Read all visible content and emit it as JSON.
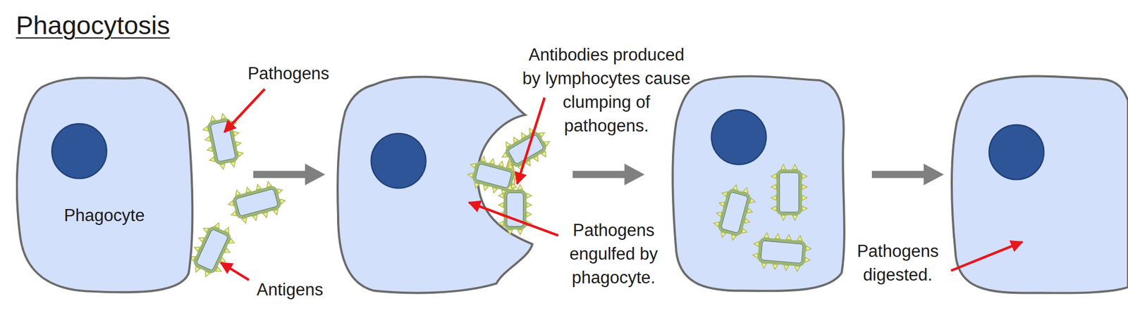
{
  "diagram": {
    "title": "Phagocytosis",
    "nodes": [
      {
        "text": [
          "Phagocyte"
        ]
      }
    ],
    "labels": [
      "Pathogens",
      "Antigens",
      "Antibodies produced by lymphocytes cause clumping of pathogens.",
      "Pathogens engulfed by phagocyte.",
      "Pathogens digested."
    ]
  }
}
